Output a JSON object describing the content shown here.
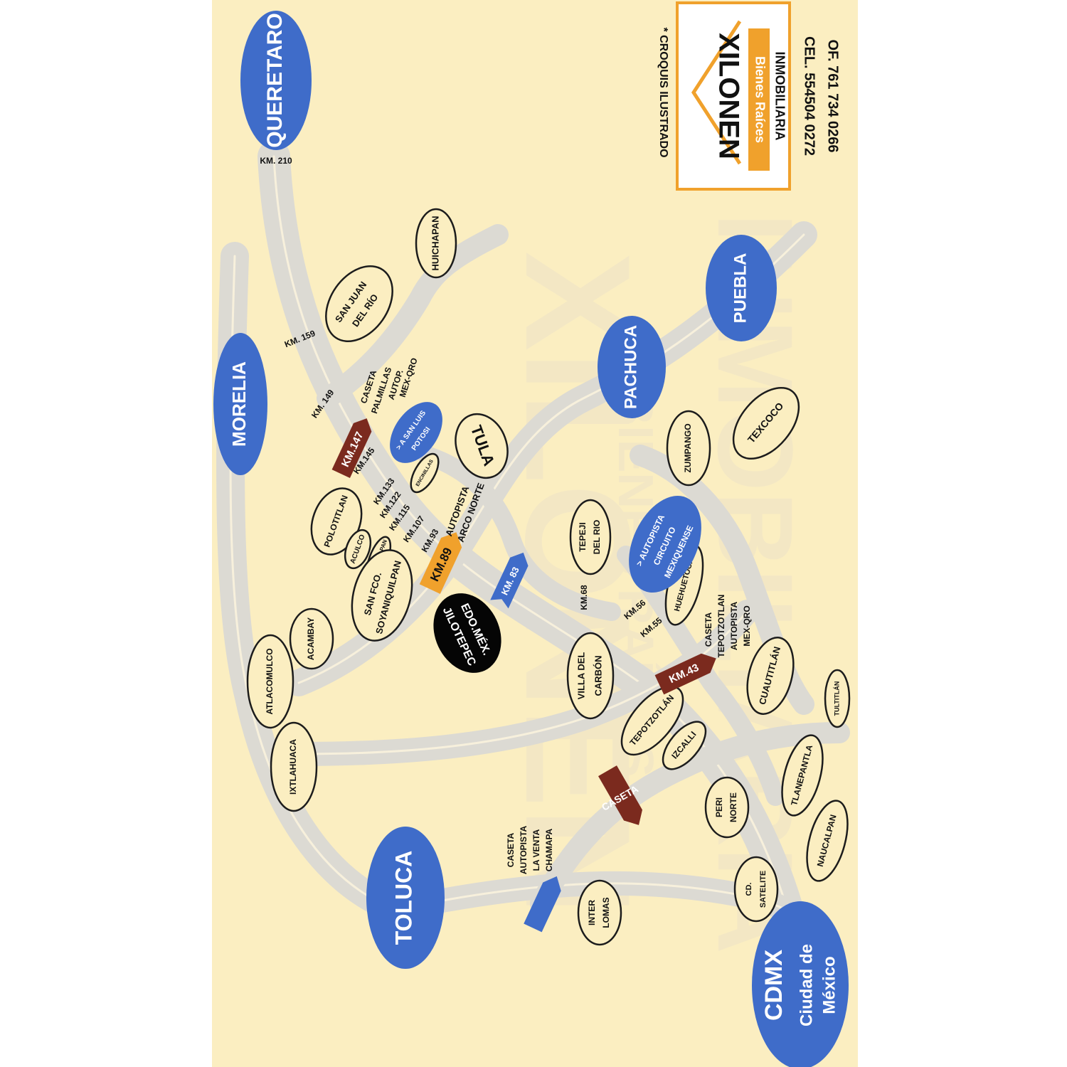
{
  "colors": {
    "paper": "#fbeec1",
    "road": "#d9d8d2",
    "city_fill": "#3f6cc9",
    "marker_dark": "#7b2a1e",
    "marker_orange": "#f0a12c",
    "marker_blue": "#3f6cc9",
    "town_outline": "#1c1c1c",
    "logo_frame": "#f0a12c",
    "logo_band": "#f0a12c"
  },
  "header": {
    "note": "* CROQUIS ILUSTRADO",
    "logo_name": "XILONEN",
    "logo_sub": "Bienes Raíces",
    "logo_tag": "INMOBILIARIA",
    "phone_cel": "CEL. 554504 0272",
    "phone_of": "OF. 761 734 0266"
  },
  "watermark": {
    "line1": "XILONEN",
    "line2": "BIENES RAÍCES",
    "line3": "INMOBILIARIA"
  },
  "cities": {
    "queretaro": "QUERETARO",
    "morelia": "MORELIA",
    "pachuca": "PACHUCA",
    "puebla": "PUEBLA",
    "toluca": "TOLUCA",
    "cdmx": "CDMX",
    "cdmx_sub1": "Ciudad de",
    "cdmx_sub2": "México"
  },
  "towns": {
    "huichapan": "HUICHAPAN",
    "sanjuan1": "SAN JUAN",
    "sanjuan2": "DEL RÍO",
    "tula": "TULA",
    "polotitlan": "POLOTITLAN",
    "aculco": "ACULCO",
    "calpulalpan": "CALPULALPAN",
    "encinillas": "ENCINILLAS",
    "sanfco1": "SAN FCO.",
    "sanfco2": "SOYANIQUILPAN",
    "acambay": "ACAMBAY",
    "atlacomulco": "ATLACOMULCO",
    "ixtlahuaca": "IXTLAHUACA",
    "zumpango": "ZUMPANGO",
    "texcoco": "TEXCOCO",
    "tepeji1": "TEPEJI",
    "tepeji2": "DEL RIO",
    "huehuetoca": "HUEHUETOCA",
    "villa1": "VILLA DEL",
    "villa2": "CARBÓN",
    "tepotzotlan": "TEPOTZOTLÁN",
    "izcalli": "IZCALLI",
    "cuautitlan": "CUAUTITLÁN",
    "tultitlan": "TULTITLÁN",
    "peri1": "PERI",
    "peri2": "NORTE",
    "tlanepantla": "TLANEPANTLA",
    "naucalpan": "NAUCALPAN",
    "satelite1": "CD.",
    "satelite2": "SATELITE",
    "interlomas1": "INTER",
    "interlomas2": "LOMAS",
    "jilotepec1": "JILOTEPEC",
    "jilotepec2": "EDO.MÉX."
  },
  "bubbles": {
    "sanluis1": "> A SAN LUIS",
    "sanluis2": "POTOSI",
    "circuito1": "> AUTOPISTA",
    "circuito2": "CIRCUITO",
    "circuito3": "MEXIQUENSE"
  },
  "markers": {
    "km147": "KM.147",
    "km89": "KM.89",
    "km83": "KM. 83",
    "km43": "KM.43",
    "caseta": "CASETA"
  },
  "km_labels": {
    "km210": "KM. 210",
    "km159": "KM. 159",
    "km149": "KM. 149",
    "km145": "KM.145",
    "km133": "KM.133",
    "km122": "KM.122",
    "km115": "KM.115",
    "km107": "KM.107",
    "km93": "KM.93",
    "km68": "KM.68",
    "km56": "KM.56",
    "km55": "KM.55"
  },
  "notes": {
    "palmillas1": "CASETA",
    "palmillas2": "PALMILLAS",
    "palmillas3": "AUTOP.",
    "palmillas4": "MEX-QRO",
    "arco1": "AUTOPISTA",
    "arco2": "ARCO NORTE",
    "tepo1": "CASETA",
    "tepo2": "TEPOTZOTLAN",
    "tepo3": "AUTOPISTA",
    "tepo4": "MEX-QRO",
    "chamapa1": "CASETA",
    "chamapa2": "AUTOPISTA",
    "chamapa3": "LA VENTA",
    "chamapa4": "CHAMAPA"
  }
}
